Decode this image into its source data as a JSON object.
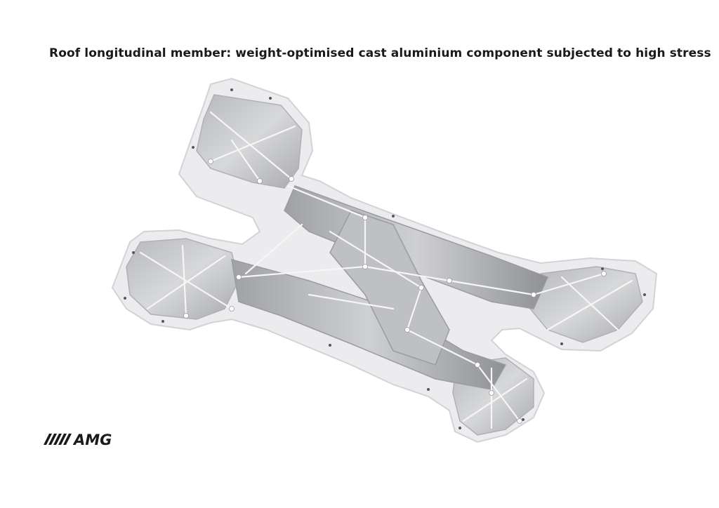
{
  "caption": "Roof longitudinal member: weight-optimised cast aluminium component subjected to high stress",
  "logo": {
    "text": "AMG",
    "color": "#1a1a1a"
  },
  "part": {
    "name": "cast aluminium roof longitudinal member",
    "colors": {
      "rim": "#eeeeef",
      "inner": "#c9cacc",
      "shadow": "#8e9094",
      "rib": "#f4f4f5"
    }
  }
}
